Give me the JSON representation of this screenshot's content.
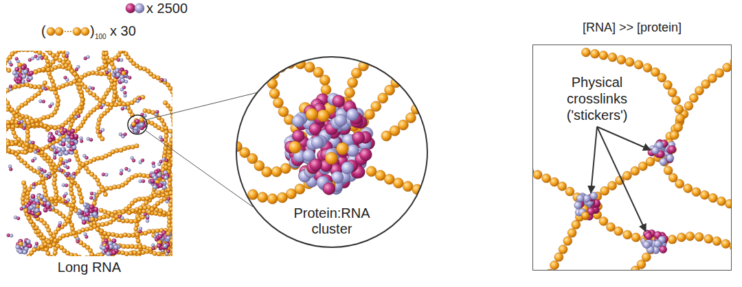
{
  "diagram": {
    "nodes": [
      {
        "text": [
          "Long RNA"
        ]
      },
      {
        "text": [
          "Protein:RNA cluster"
        ]
      },
      {
        "text": [
          "[RNA] >> [protein]",
          "Physical crosslinks ('stickers')"
        ]
      }
    ],
    "labels": [
      "x 2500",
      "(",
      ")",
      "100",
      "x 30"
    ]
  }
}
